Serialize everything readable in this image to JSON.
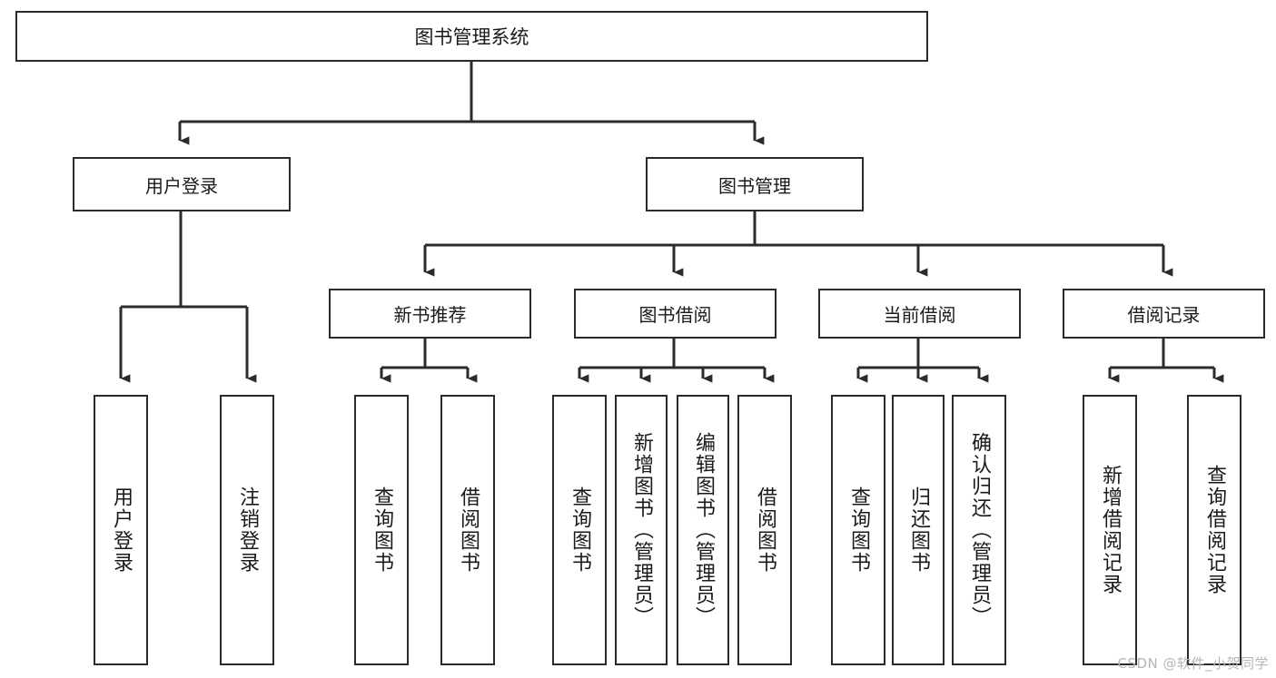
{
  "diagram": {
    "type": "tree-hierarchy",
    "title": "图书管理系统",
    "root": {
      "label": "图书管理系统"
    },
    "level1": [
      {
        "label": "用户登录"
      },
      {
        "label": "图书管理"
      }
    ],
    "level2": [
      {
        "label": "新书推荐",
        "parent": "图书管理"
      },
      {
        "label": "图书借阅",
        "parent": "图书管理"
      },
      {
        "label": "当前借阅",
        "parent": "图书管理"
      },
      {
        "label": "借阅记录",
        "parent": "图书管理"
      }
    ],
    "leaves": {
      "user_login": [
        {
          "label": "用户登录"
        },
        {
          "label": "注销登录"
        }
      ],
      "new_book_recommend": [
        {
          "label": "查询图书"
        },
        {
          "label": "借阅图书"
        }
      ],
      "book_borrow": [
        {
          "label": "查询图书"
        },
        {
          "label": "新增图书（管理员）"
        },
        {
          "label": "编辑图书（管理员）"
        },
        {
          "label": "借阅图书"
        }
      ],
      "current_borrow": [
        {
          "label": "查询图书"
        },
        {
          "label": "归还图书"
        },
        {
          "label": "确认归还（管理员）"
        }
      ],
      "borrow_record": [
        {
          "label": "新增借阅记录"
        },
        {
          "label": "查询借阅记录"
        }
      ]
    }
  },
  "watermark": {
    "text": "CSDN @软件_小贺同学"
  },
  "colors": {
    "background": "#ffffff",
    "box_border": "#2b2b2b",
    "connector": "#2b2b2b",
    "text": "#1a1a1a",
    "watermark": "#b6b6b6"
  }
}
